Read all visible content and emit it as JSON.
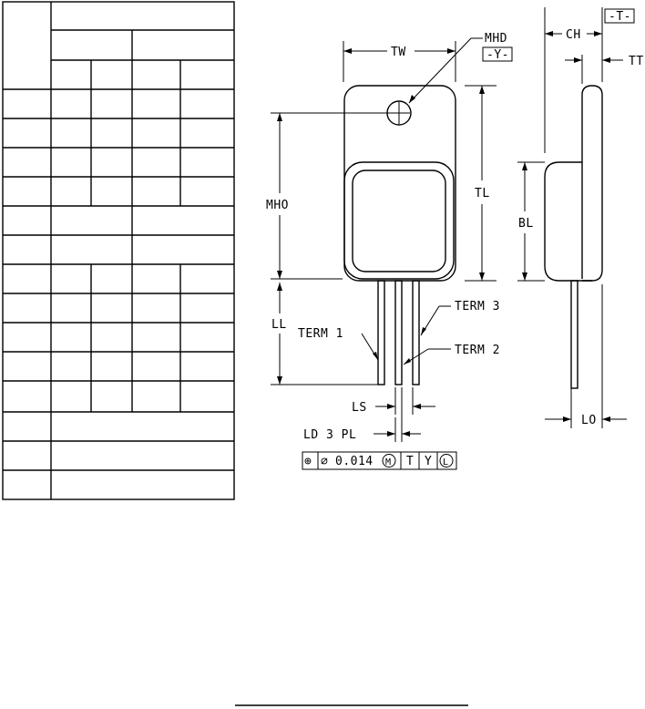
{
  "labels": {
    "tw": "TW",
    "mhd": "MHD",
    "datum_y": "-Y-",
    "datum_t": "-T-",
    "ch": "CH",
    "tt": "TT",
    "tl": "TL",
    "mho": "MHO",
    "bl": "BL",
    "ll": "LL",
    "term1": "TERM 1",
    "term2": "TERM 2",
    "term3": "TERM 3",
    "ls": "LS",
    "lo": "LO",
    "ld": "LD 3 PL"
  },
  "tolerance_frame": {
    "position_symbol": "⊕",
    "diameter_symbol": "⌀",
    "value": "0.014",
    "modifier_m": "M",
    "datum_1": "T",
    "datum_2": "Y",
    "modifier_l": "L"
  },
  "table": {
    "cells": []
  },
  "footer": {
    "line": ""
  }
}
